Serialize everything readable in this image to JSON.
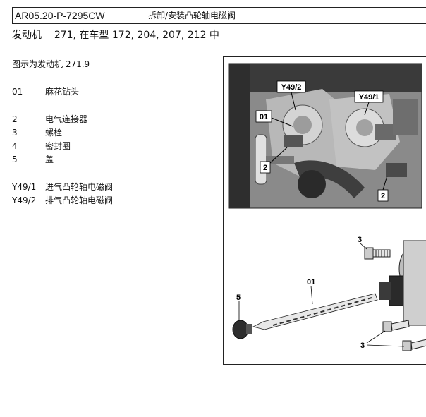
{
  "header": {
    "code": "AR05.20-P-7295CW",
    "title": "拆卸/安装凸轮轴电磁阀"
  },
  "subtitle": {
    "label": "发动机",
    "models": "271, 在车型 172, 204, 207, 212 中"
  },
  "caption": "图示为发动机 271.9",
  "legend": [
    {
      "num": "01",
      "text": "麻花钻头"
    },
    {
      "num": "2",
      "text": "电气连接器"
    },
    {
      "num": "3",
      "text": "螺栓"
    },
    {
      "num": "4",
      "text": "密封圈"
    },
    {
      "num": "5",
      "text": "盖"
    },
    {
      "num": "Y49/1",
      "text": "进气凸轮轴电磁阀"
    },
    {
      "num": "Y49/2",
      "text": "排气凸轮轴电磁阀"
    }
  ],
  "figure": {
    "photo_labels": {
      "y492": "Y49/2",
      "y491": "Y49/1",
      "drill": "01",
      "conn_a": "2",
      "conn_b": "2"
    },
    "diagram_labels": {
      "bolt_top": "3",
      "drill": "01",
      "cover": "5",
      "bolts_bottom": "3"
    }
  }
}
